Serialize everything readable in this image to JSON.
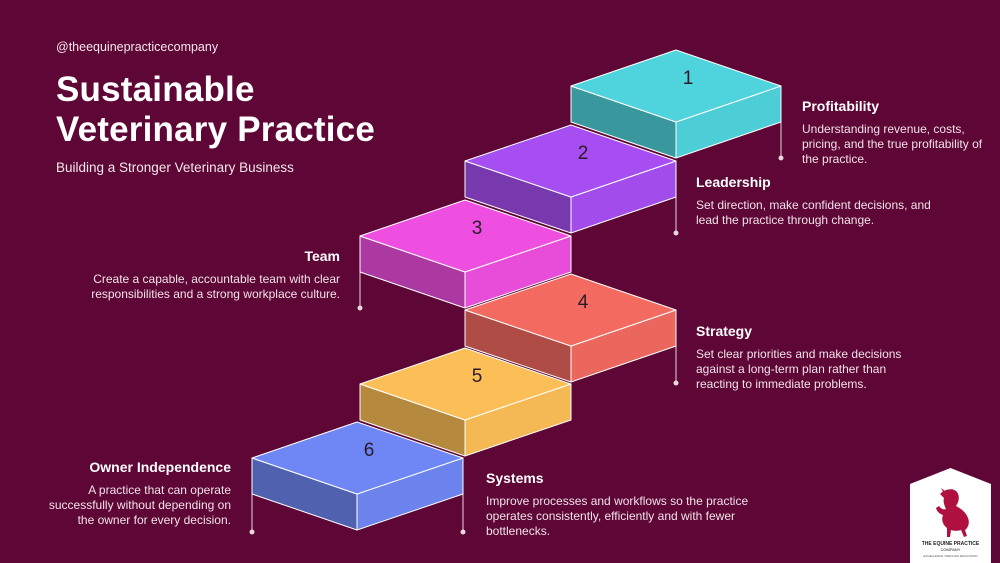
{
  "handle": "@theequinepracticecompany",
  "title_line1": "Sustainable",
  "title_line2": "Veterinary Practice",
  "subtitle": "Building a Stronger Veterinary Business",
  "steps": [
    {
      "number": "1",
      "title": "Profitability",
      "body": "Understanding revenue, costs, pricing, and the true profitability of the practice.",
      "color": "#4fd3dc"
    },
    {
      "number": "2",
      "title": "Leadership",
      "body": "Set direction, make confident decisions, and lead the practice through change.",
      "color": "#a64ef2"
    },
    {
      "number": "3",
      "title": "Team",
      "body": "Create a capable, accountable team with clear responsibilities and a strong workplace culture.",
      "color": "#ee4fe0"
    },
    {
      "number": "4",
      "title": "Strategy",
      "body": "Set clear priorities and make decisions against a long-term plan rather than reacting to immediate problems.",
      "color": "#f26a60"
    },
    {
      "number": "5",
      "title": "Systems",
      "body": "Improve processes and workflows so the practice operates consistently, efficiently and with fewer bottlenecks.",
      "color": "#fcbf58"
    },
    {
      "number": "6",
      "title": "Owner Independence",
      "body": "A practice that can operate successfully without depending on the owner for every decision.",
      "color": "#6f87f5"
    }
  ],
  "logo": {
    "text": "THE EQUINE PRACTICE COMPANY",
    "tagline": "EXCELLENCE THROUGH EDUCATION",
    "icon": "horse-icon"
  },
  "colors": {
    "background": "#5e0635"
  }
}
